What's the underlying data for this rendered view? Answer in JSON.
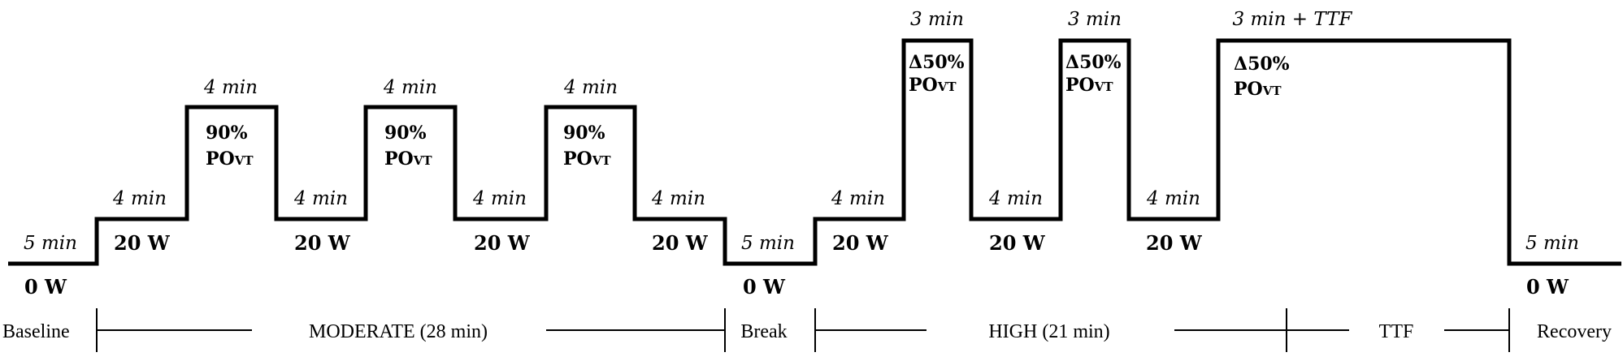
{
  "steps": [
    {
      "duration": "5 min",
      "power": "0 W"
    },
    {
      "duration": "4 min",
      "power": "20 W"
    },
    {
      "duration": "4 min",
      "power": "90%",
      "sub": "PO",
      "subsub": "VT"
    },
    {
      "duration": "4 min",
      "power": "20 W"
    },
    {
      "duration": "4 min",
      "power": "90%",
      "sub": "PO",
      "subsub": "VT"
    },
    {
      "duration": "4 min",
      "power": "20 W"
    },
    {
      "duration": "4 min",
      "power": "90%",
      "sub": "PO",
      "subsub": "VT"
    },
    {
      "duration": "4 min",
      "power": "20 W"
    },
    {
      "duration": "5 min",
      "power": "0 W"
    },
    {
      "duration": "4 min",
      "power": "20 W"
    },
    {
      "duration": "3 min",
      "power": "Δ50%",
      "sub": "PO",
      "subsub": "VT"
    },
    {
      "duration": "4 min",
      "power": "20 W"
    },
    {
      "duration": "3 min",
      "power": "Δ50%",
      "sub": "PO",
      "subsub": "VT"
    },
    {
      "duration": "4 min",
      "power": "20 W"
    },
    {
      "duration": "3 min + TTF",
      "power": "Δ50%",
      "sub": "PO",
      "subsub": "VT"
    },
    {
      "duration": "5 min",
      "power": "0 W"
    }
  ],
  "phases": {
    "baseline": "Baseline",
    "moderate": "MODERATE (28 min)",
    "break": "Break",
    "high": "HIGH (21 min)",
    "ttf": "TTF",
    "recovery": "Recovery"
  }
}
